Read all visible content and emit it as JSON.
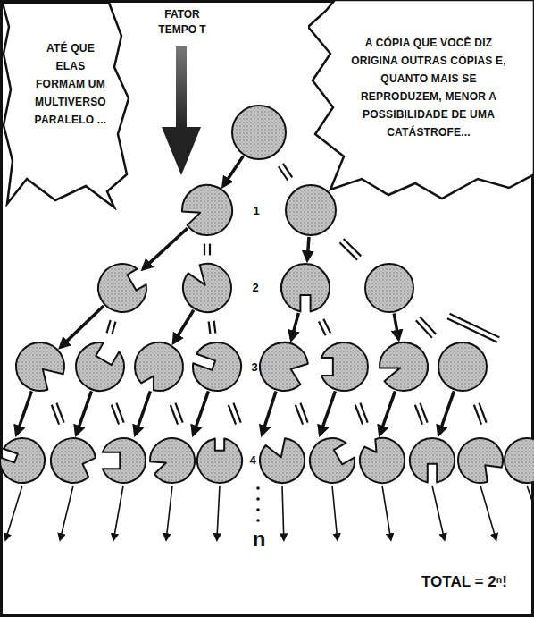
{
  "diagram": {
    "nodes": [
      {
        "text": [
          "ATÉ QUE ELAS FORMAM UM MULTIVERSO PARALELO ..."
        ]
      },
      {
        "text": [
          "A CÓPIA QUE VOCÊ DIZ ORIGINA OUTRAS CÓPIAS E, QUANTO MAIS SE REPRODUZEM, MENOR A POSSIBILIDADE DE UMA CATÁSTROFE..."
        ]
      }
    ],
    "labels": [
      "FATOR TEMPO T",
      "1",
      "2",
      "3",
      "4",
      "n",
      "TOTAL = 2ⁿ!"
    ]
  }
}
